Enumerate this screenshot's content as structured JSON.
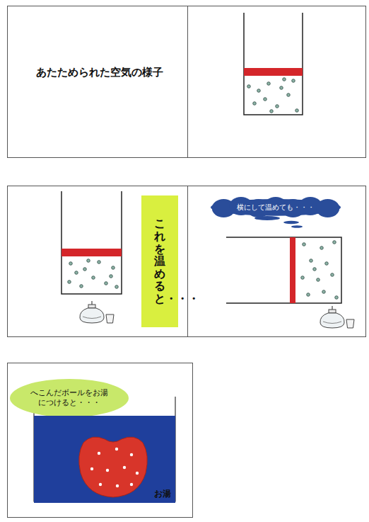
{
  "diagram": {
    "nodes": [
      {
        "text": [
          "あたためられた空気の様子"
        ]
      },
      {
        "text": [
          "これを温めると・・・"
        ]
      },
      {
        "text": [
          "横にして温めても・・・"
        ]
      },
      {
        "text": [
          "へこんだボールをお湯 につけると・・・"
        ]
      },
      {
        "text": [
          "お湯"
        ]
      }
    ]
  }
}
